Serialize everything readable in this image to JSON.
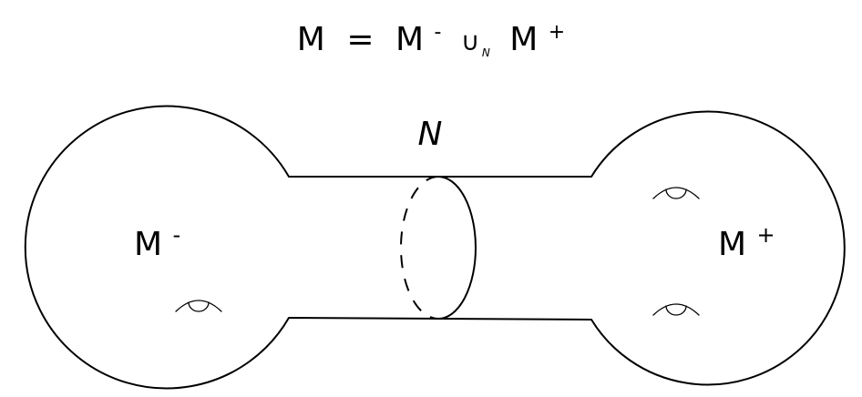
{
  "equation": {
    "lhs": "M",
    "equals": "=",
    "left_base": "M",
    "left_sup": "-",
    "union_symbol": "∪",
    "union_subscript": "N",
    "right_base": "M",
    "right_sup": "+"
  },
  "labels": {
    "neck": "N",
    "left_base": "M",
    "left_sup": "-",
    "right_base": "M",
    "right_sup": "+"
  },
  "colors": {
    "stroke": "#000000",
    "background": "#ffffff"
  },
  "handles": {
    "left_count": 1,
    "right_count": 2
  }
}
